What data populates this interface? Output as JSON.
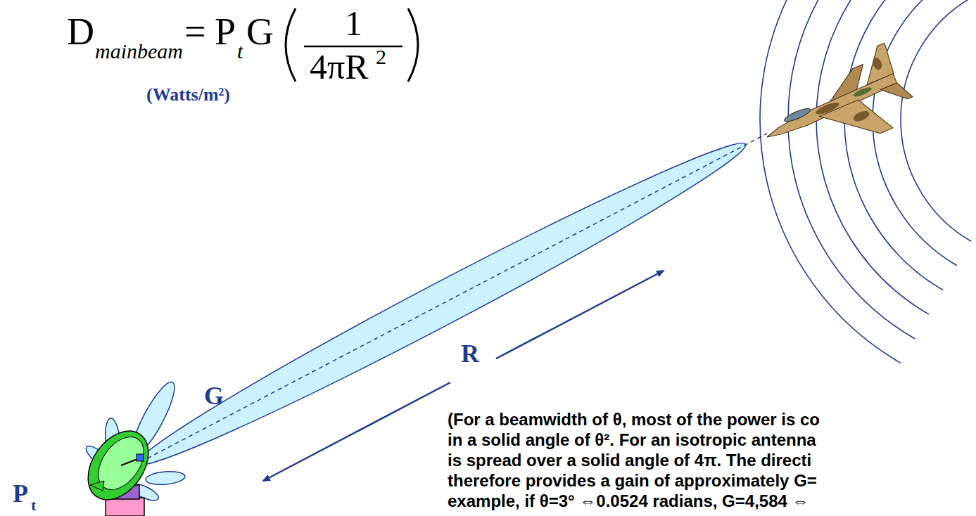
{
  "diagram": {
    "labels": [
      "D",
      "mainbeam",
      "=",
      "P",
      "t",
      "G",
      "1",
      "4πR",
      "2",
      "(Watts/m²)",
      "G",
      "R",
      "P",
      "t",
      "(For a beamwidth of θ, most of the power is co",
      "in a solid angle of θ². For an isotropic antenna",
      "is spread over a solid angle of 4π. The directi",
      "therefore provides a gain of approximately G=",
      "example, if θ=3° ⇔0.0524 radians, G=4,584 ⇔"
    ]
  }
}
